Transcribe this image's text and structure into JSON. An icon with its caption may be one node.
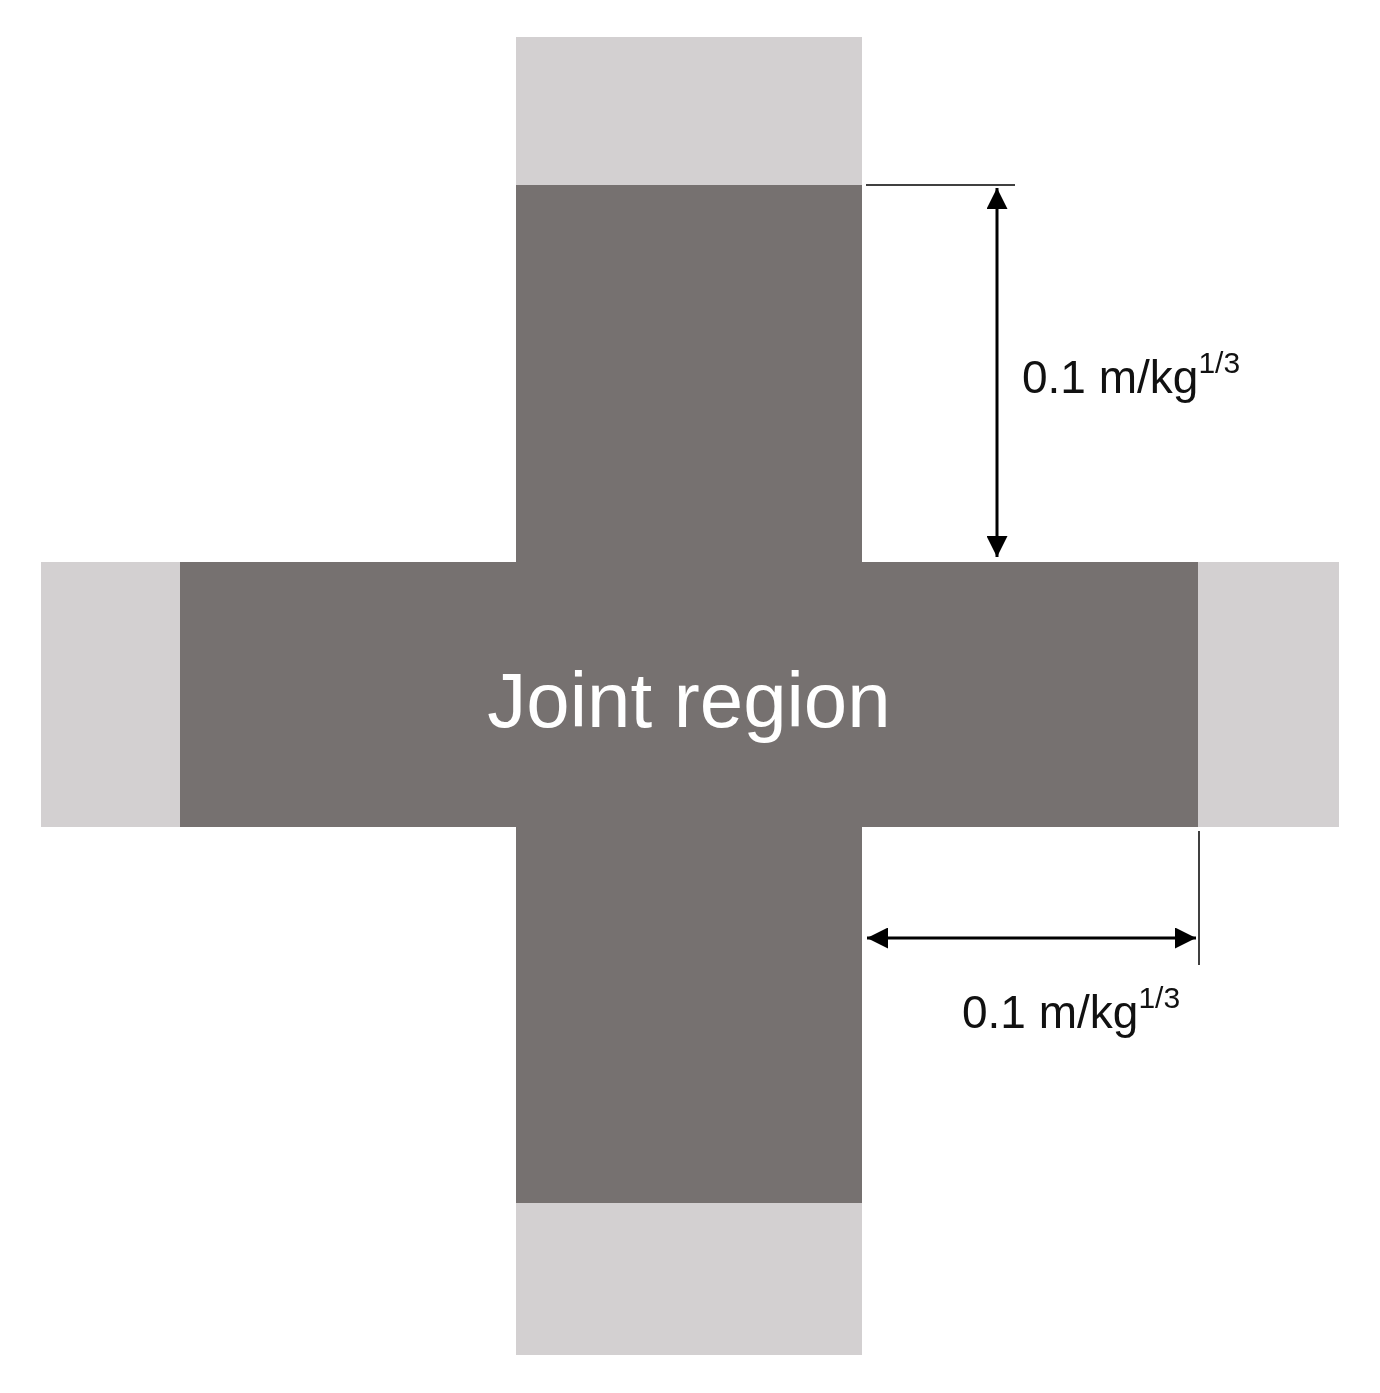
{
  "diagram": {
    "nodes": [
      {
        "text": [
          "Joint region"
        ]
      }
    ],
    "labels": [
      "0.1 m/kg$^{1/3}$",
      "0.1 m/kg$^{1/3}$"
    ]
  }
}
